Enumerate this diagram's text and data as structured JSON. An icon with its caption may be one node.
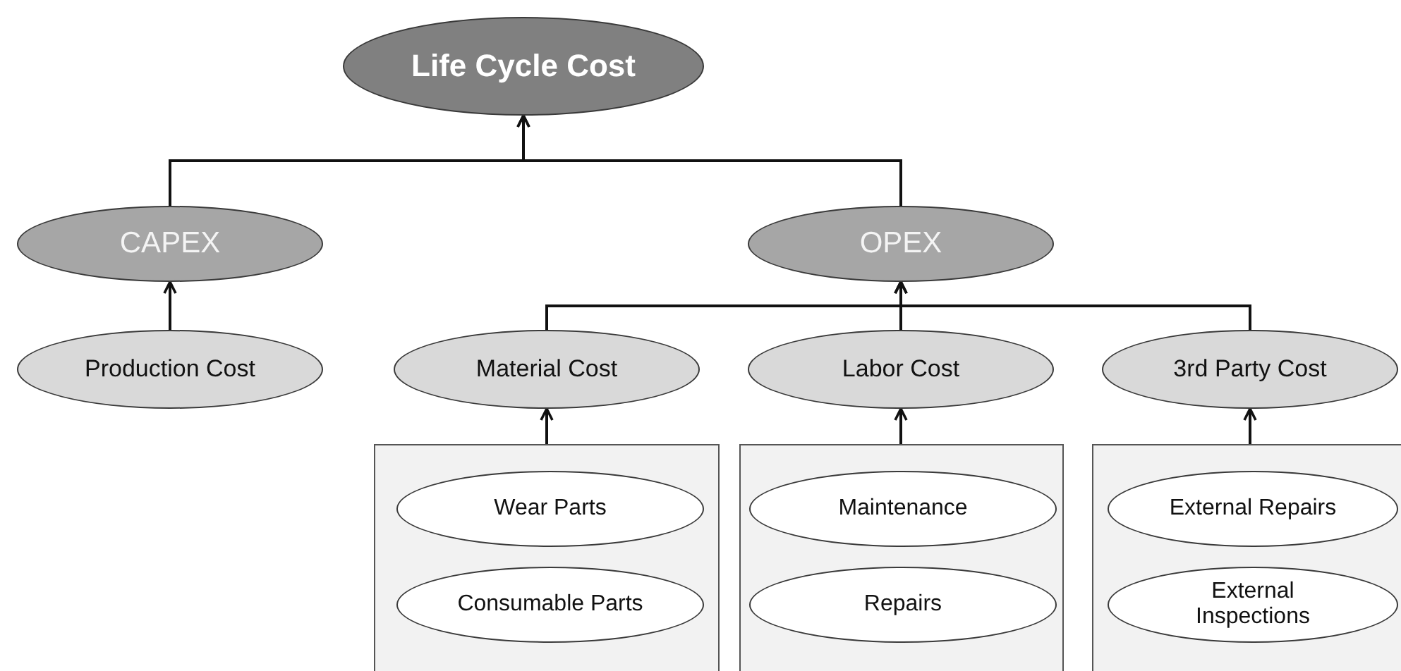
{
  "diagram": {
    "nodes": [
      {
        "text": [
          "Life Cycle Cost"
        ]
      },
      {
        "text": [
          "CAPEX"
        ]
      },
      {
        "text": [
          "OPEX"
        ]
      },
      {
        "text": [
          "Production Cost"
        ]
      },
      {
        "text": [
          "Material Cost"
        ]
      },
      {
        "text": [
          "Labor Cost"
        ]
      },
      {
        "text": [
          "3rd Party Cost"
        ]
      },
      {
        "text": [],
        "shape": "box"
      },
      {
        "text": [
          "Wear Parts"
        ],
        "in": 7
      },
      {
        "text": [
          "Consumable Parts"
        ],
        "in": 7
      },
      {
        "text": [],
        "shape": "box"
      },
      {
        "text": [
          "Maintenance"
        ],
        "in": 10
      },
      {
        "text": [
          "Repairs"
        ],
        "in": 10
      },
      {
        "text": [],
        "shape": "box"
      },
      {
        "text": [
          "External Repairs"
        ],
        "in": 13
      },
      {
        "text": [
          "External Inspections"
        ],
        "in": 13
      }
    ],
    "edges": [
      {
        "from": 1,
        "to": 0,
        "arrow": "to"
      },
      {
        "from": 2,
        "to": 0,
        "arrow": "to"
      },
      {
        "from": 3,
        "to": 1,
        "arrow": "to"
      },
      {
        "from": 4,
        "to": 2,
        "arrow": "to"
      },
      {
        "from": 5,
        "to": 2,
        "arrow": "to"
      },
      {
        "from": 6,
        "to": 2,
        "arrow": "to"
      },
      {
        "from": 7,
        "to": 4,
        "arrow": "to"
      },
      {
        "from": 10,
        "to": 5,
        "arrow": "to"
      },
      {
        "from": 13,
        "to": 6,
        "arrow": "to"
      }
    ]
  }
}
